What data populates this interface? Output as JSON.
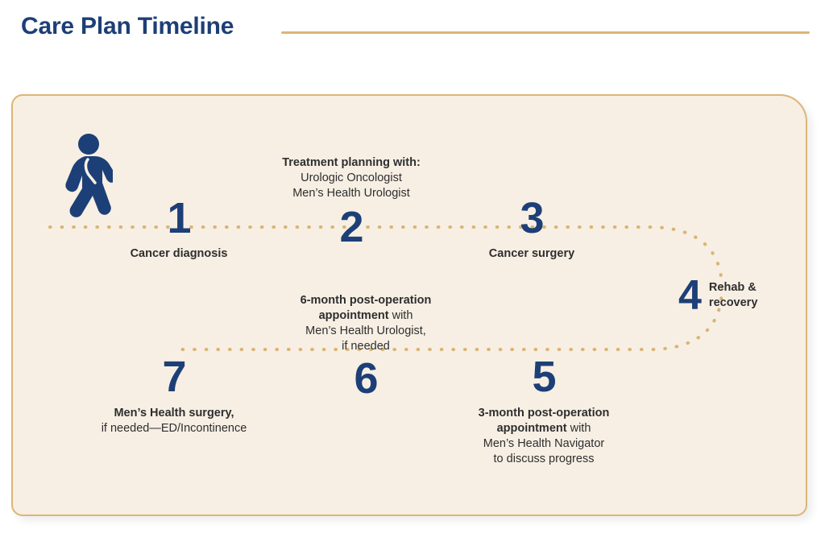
{
  "header": {
    "title": "Care Plan Timeline",
    "rule": "horizontal-gold-rule"
  },
  "theme": {
    "navy": "#1d3f77",
    "gold": "#dcb577",
    "cream": "#f7efe3",
    "text": "#2e2e30"
  },
  "timeline": {
    "icon_label": "walking-person",
    "steps": [
      {
        "number": "1",
        "title": "Cancer diagnosis",
        "detail": "",
        "lines": [],
        "position": "above-line-label-below"
      },
      {
        "number": "2",
        "title": "Treatment planning with:",
        "lines": [
          "Urologic Oncologist",
          "Men’s Health Urologist"
        ],
        "position": "label-above-number"
      },
      {
        "number": "3",
        "title": "Cancer surgery",
        "lines": [],
        "position": "label-below-number"
      },
      {
        "number": "4",
        "title": "Rehab &",
        "lines": [
          "recovery"
        ],
        "position": "label-right-of-number"
      },
      {
        "number": "5",
        "title": "3-month post-operation appointment",
        "title_suffix": " with",
        "lines": [
          "Men’s Health Navigator",
          "to discuss progress"
        ],
        "position": "label-below-number"
      },
      {
        "number": "6",
        "title": "6-month post-operation appointment",
        "title_suffix": " with",
        "lines": [
          "Men’s Health Urologist,",
          "if needed"
        ],
        "position": "label-above-number"
      },
      {
        "number": "7",
        "title": "Men’s Health surgery,",
        "lines": [
          "if needed—ED/Incontinence"
        ],
        "position": "label-below-number"
      }
    ]
  },
  "step_text": {
    "s1_label": "Cancer diagnosis",
    "s2_head": "Treatment planning with:",
    "s2_l1": "Urologic Oncologist",
    "s2_l2": "Men’s Health Urologist",
    "s3_label": "Cancer surgery",
    "s4_l1": "Rehab &",
    "s4_l2": "recovery",
    "s5_b1": "3-month post-operation",
    "s5_b2": "appointment",
    "s5_w": " with",
    "s5_l1": "Men’s Health Navigator",
    "s5_l2": "to discuss progress",
    "s6_b1": "6-month post-operation",
    "s6_b2": "appointment",
    "s6_w": " with",
    "s6_l1": "Men’s Health Urologist,",
    "s6_l2": "if needed",
    "s7_b": "Men’s Health surgery,",
    "s7_l1": "if needed—ED/Incontinence"
  },
  "numbers": {
    "n1": "1",
    "n2": "2",
    "n3": "3",
    "n4": "4",
    "n5": "5",
    "n6": "6",
    "n7": "7"
  }
}
